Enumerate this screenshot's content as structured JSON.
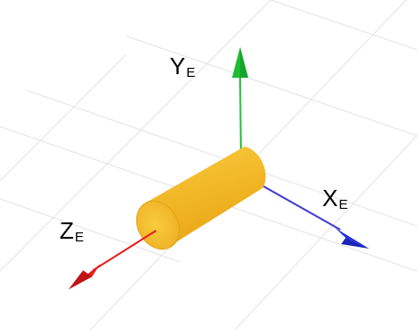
{
  "scene": {
    "colors": {
      "background": "#ffffff",
      "grid": "#e3e3e3",
      "x_axis": "#3b3bd8",
      "y_axis": "#22c23a",
      "z_axis": "#e51d1d",
      "cylinder_body": "#f5c030",
      "cylinder_cap": "#f7c437"
    },
    "axes": {
      "y": {
        "name": "Y",
        "sub": "E"
      },
      "x": {
        "name": "X",
        "sub": "E"
      },
      "z": {
        "name": "Z",
        "sub": "E"
      }
    }
  }
}
